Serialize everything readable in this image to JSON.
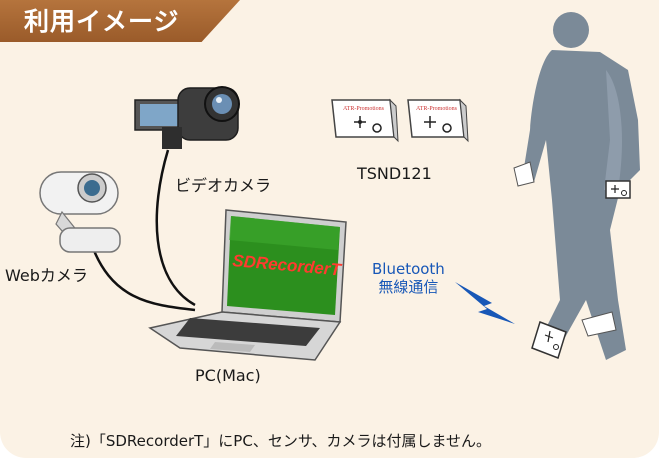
{
  "header": {
    "title": "利用イメージ"
  },
  "labels": {
    "video_camera": "ビデオカメラ",
    "web_camera": "Webカメラ",
    "sensors": "TSND121",
    "pc": "PC(Mac)",
    "bluetooth_line1": "Bluetooth",
    "bluetooth_line2": "無線通信",
    "screen_app": "SDRecorderT"
  },
  "note": "注)「SDRecorderT」にPC、センサ、カメラは付属しません。",
  "colors": {
    "tab": "#a8672f",
    "panel": "#fbf2e5",
    "bluetooth": "#1757b7",
    "screen": "#2c8f1e",
    "silhouette": "#7b8a98"
  }
}
